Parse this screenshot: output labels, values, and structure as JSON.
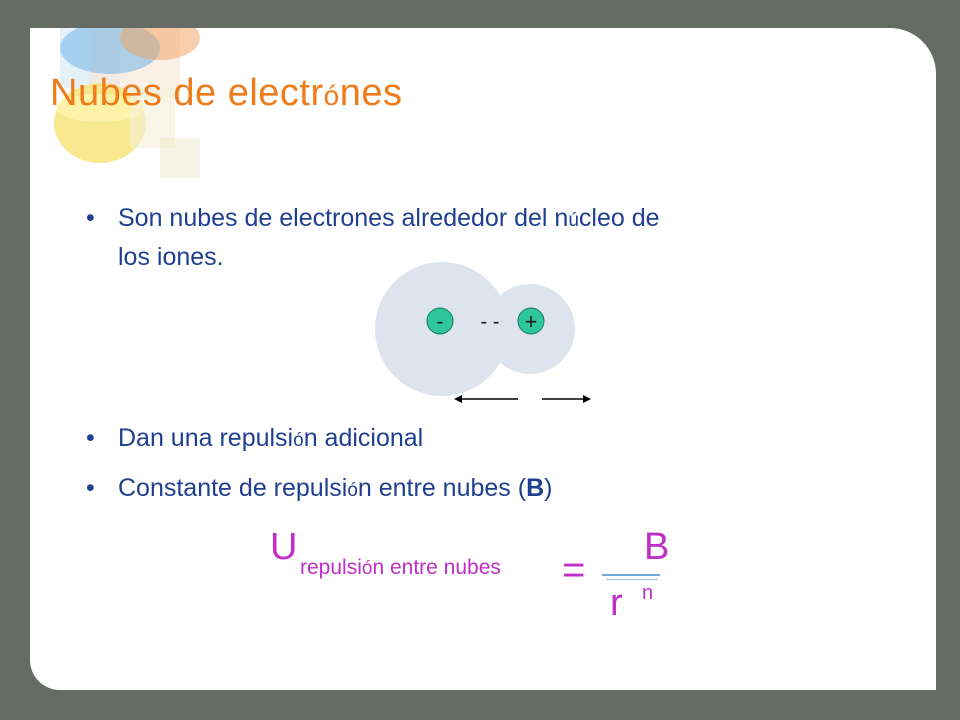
{
  "slide": {
    "title_part1": "Nubes de electr",
    "title_accent": "ó",
    "title_part2": "nes",
    "bullets": [
      {
        "marker": "•",
        "line1_a": "Son nubes de electrones alrededor del n",
        "line1_accent": "ú",
        "line1_b": "cleo de",
        "line2": "los iones."
      },
      {
        "marker": "•",
        "a": "Dan una repulsi",
        "accent": "ó",
        "b": "n adicional"
      },
      {
        "marker": "•",
        "a": "Constante de repulsi",
        "accent": "ó",
        "b": "n entre nubes (",
        "bold": "B",
        "c": ")"
      }
    ],
    "diagram": {
      "minus_label": "-",
      "dashes": "- -",
      "plus_label": "+"
    },
    "formula": {
      "U": "U",
      "sub_a": "repulsi",
      "sub_accent": "ó",
      "sub_b": "n entre nubes",
      "eq": "=",
      "numerator": "B",
      "denominator": "r",
      "exponent": "n"
    }
  },
  "colors": {
    "background": "#676b66",
    "title": "#f07b1a",
    "bullet_text": "#1f3f8f",
    "formula": "#c02ec8",
    "ion_fill": "#2ec69a"
  }
}
